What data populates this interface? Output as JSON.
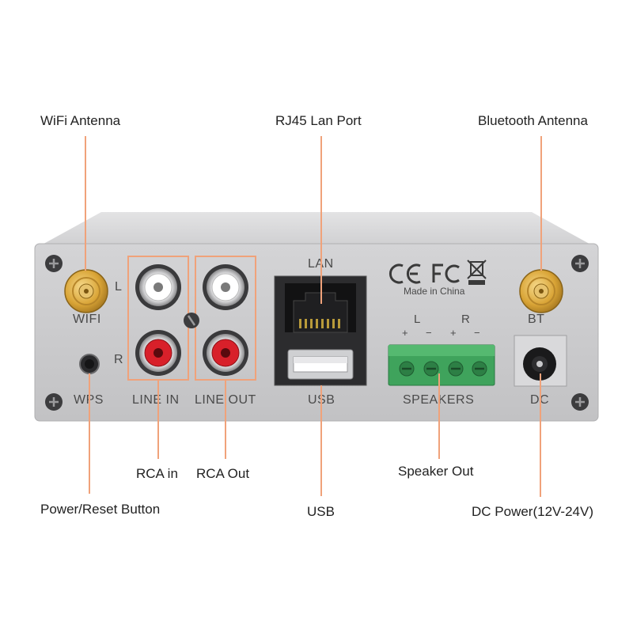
{
  "callouts": {
    "wifi_antenna": "WiFi Antenna",
    "rj45": "RJ45 Lan Port",
    "bt_antenna": "Bluetooth Antenna",
    "rca_in": "RCA in",
    "rca_out": "RCA Out",
    "speaker_out": "Speaker Out",
    "power_reset": "Power/Reset Button",
    "usb": "USB",
    "dc_power": "DC Power(12V-24V)"
  },
  "panel": {
    "wifi": "WIFI",
    "bt": "BT",
    "wps": "WPS",
    "line_in": "LINE IN",
    "line_out": "LINE OUT",
    "lan": "LAN",
    "usb": "USB",
    "speakers": "SPEAKERS",
    "dc": "DC",
    "left": "L",
    "right": "R",
    "spk_left": "L",
    "spk_right": "R",
    "plus1": "+",
    "minus1": "−",
    "plus2": "+",
    "minus2": "−",
    "ce": "CE",
    "fcc": "FC",
    "made_in": "Made in China"
  },
  "colors": {
    "leader_line": "#f0a27a",
    "panel": "#c8c8ca",
    "terminal_green": "#3fa35c",
    "rca_red": "#d8202a",
    "antenna_gold": "#d9a436"
  }
}
